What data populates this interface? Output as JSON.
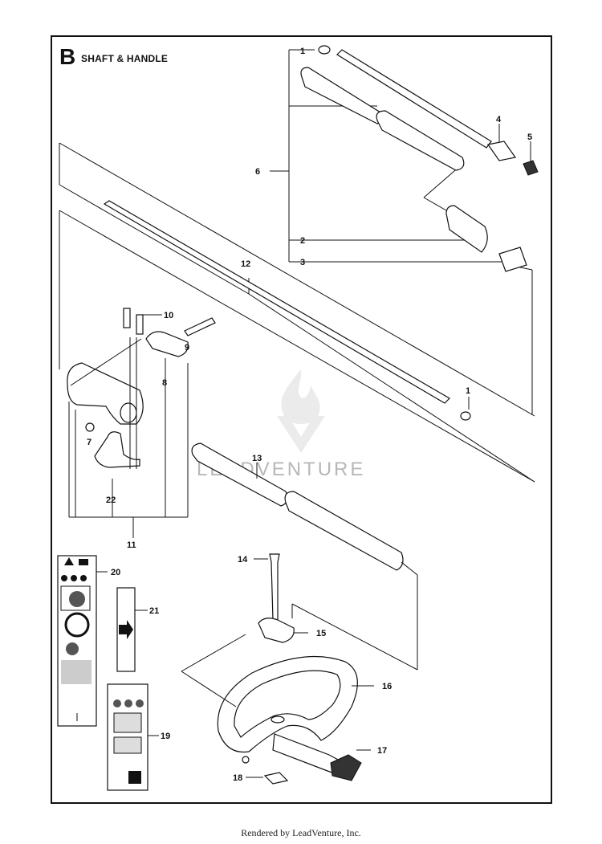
{
  "section": {
    "letter": "B",
    "title": "SHAFT & HANDLE"
  },
  "callouts": {
    "c1a": "1",
    "c1b": "1",
    "c2": "2",
    "c3": "3",
    "c4": "4",
    "c5": "5",
    "c6": "6",
    "c7": "7",
    "c8": "8",
    "c9": "9",
    "c10": "10",
    "c11": "11",
    "c12": "12",
    "c13": "13",
    "c14": "14",
    "c15": "15",
    "c16": "16",
    "c17": "17",
    "c18": "18",
    "c19": "19",
    "c20": "20",
    "c21": "21",
    "c22": "22"
  },
  "watermark": "LEADVENTURE",
  "footer": "Rendered by LeadVenture, Inc."
}
